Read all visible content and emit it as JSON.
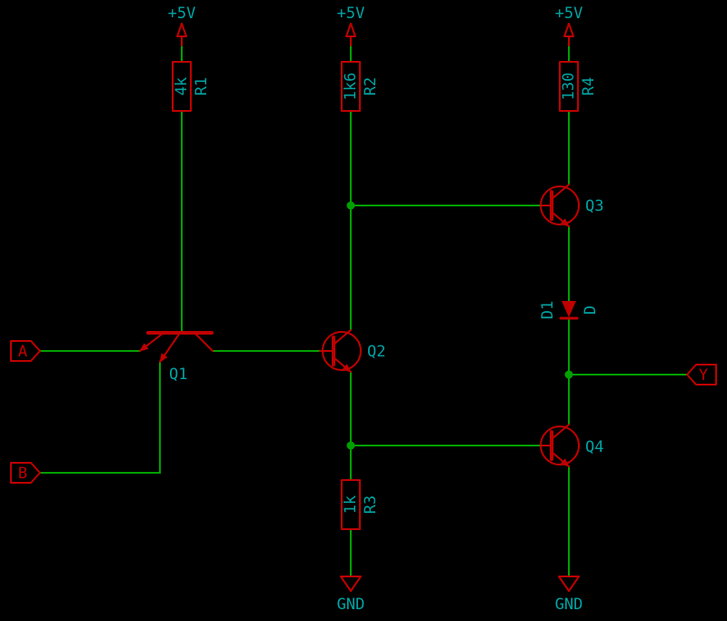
{
  "colors": {
    "background": "#000000",
    "wire": "#00A000",
    "component": "#C00000",
    "text": "#00A3A3"
  },
  "power_rails": {
    "vcc": "+5V",
    "gnd": "GND"
  },
  "components": {
    "r1": {
      "ref": "R1",
      "value": "4k"
    },
    "r2": {
      "ref": "R2",
      "value": "1k6"
    },
    "r3": {
      "ref": "R3",
      "value": "1k"
    },
    "r4": {
      "ref": "R4",
      "value": "130"
    },
    "q1": {
      "ref": "Q1"
    },
    "q2": {
      "ref": "Q2"
    },
    "q3": {
      "ref": "Q3"
    },
    "q4": {
      "ref": "Q4"
    },
    "d1": {
      "ref": "D1",
      "value": "D"
    }
  },
  "ports": {
    "a": "A",
    "b": "B",
    "y": "Y"
  }
}
